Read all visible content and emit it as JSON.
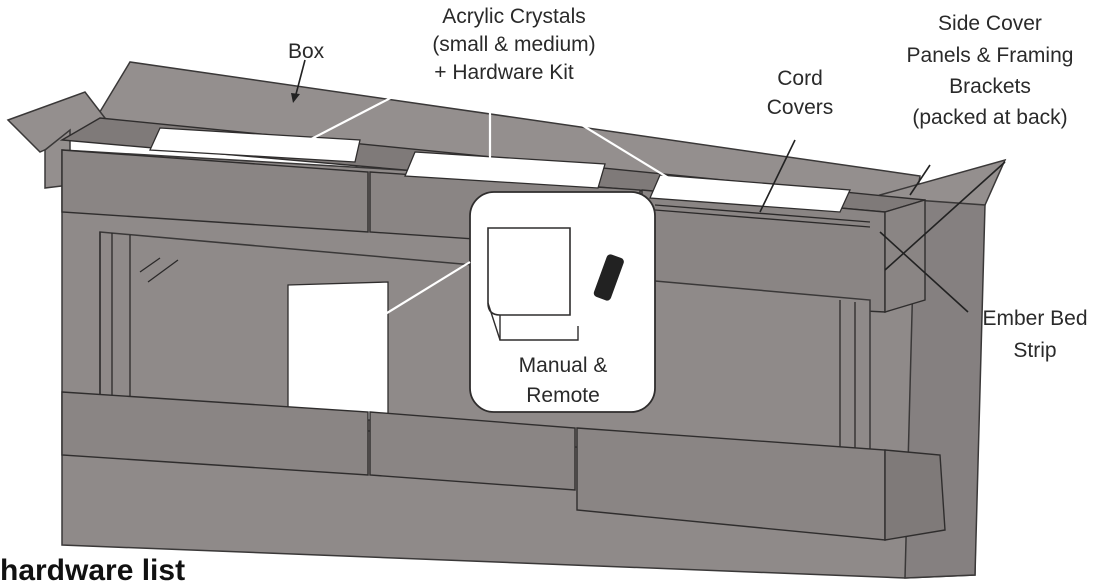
{
  "labels": {
    "box": "Box",
    "crystals_line1": "Acrylic Crystals",
    "crystals_line2": "(small & medium)",
    "crystals_line3": "+ Hardware Kit",
    "side_line1": "Side Cover",
    "side_line2": "Panels & Framing",
    "side_line3": "Brackets",
    "side_line4": "(packed at back)",
    "cord_line1": "Cord",
    "cord_line2": "Covers",
    "ember_line1": "Ember Bed",
    "ember_line2": "Strip",
    "manual_line1": "Manual &",
    "manual_line2": "Remote"
  },
  "section_heading": "hardware list"
}
